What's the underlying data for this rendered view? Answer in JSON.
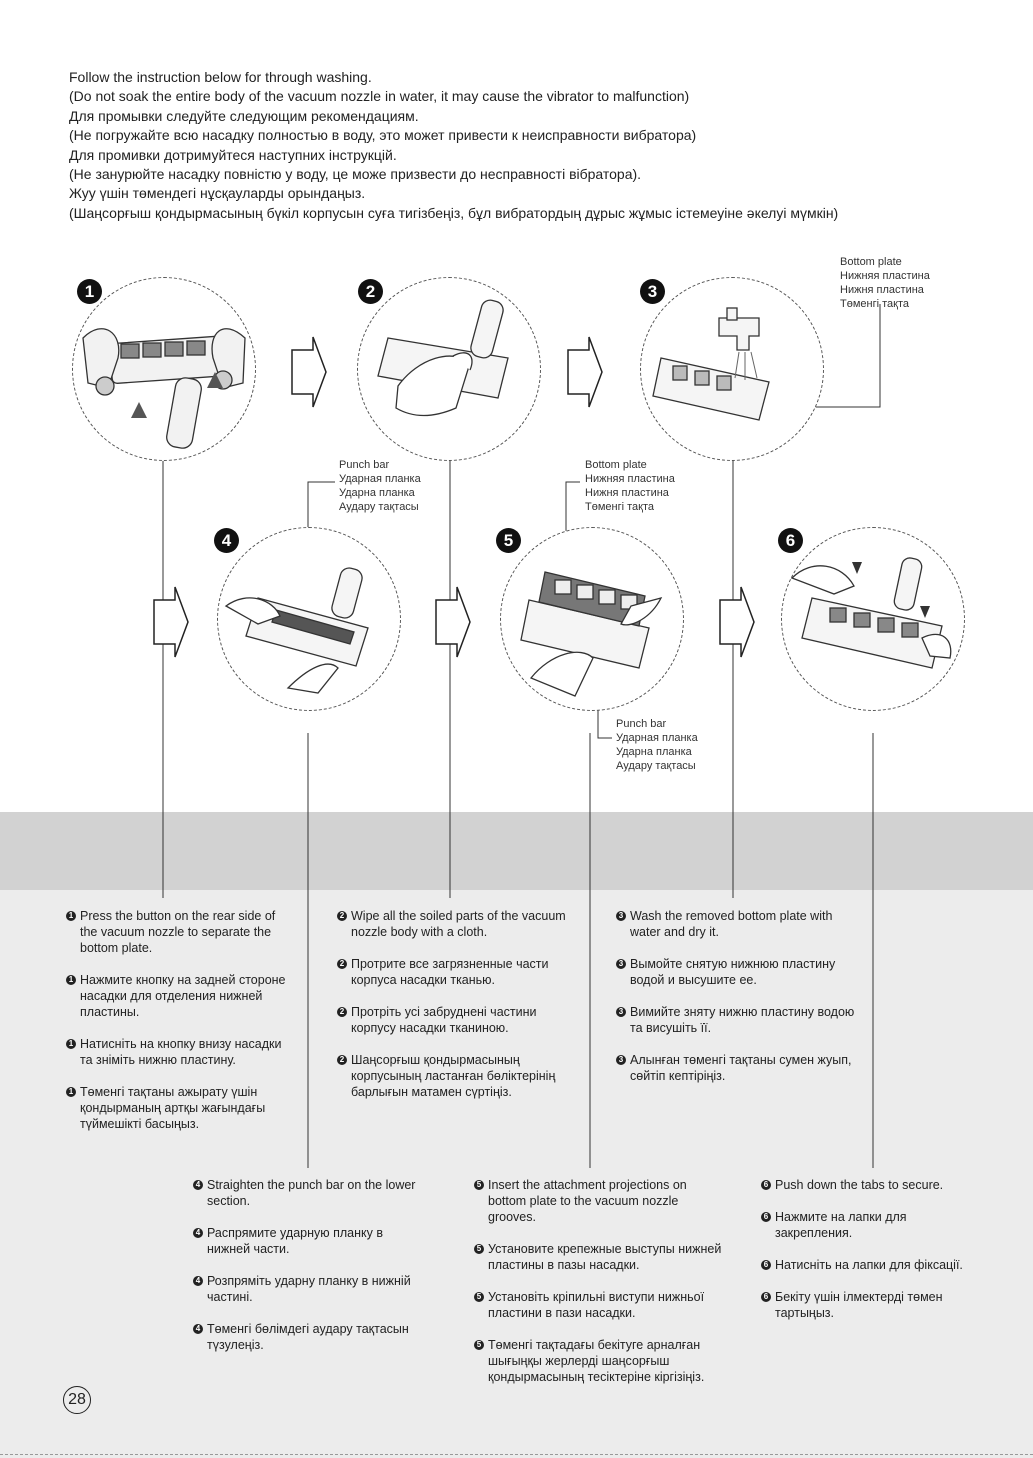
{
  "intro": [
    "Follow the instruction below for through washing.",
    "(Do not soak the entire body of the vacuum nozzle in water, it may cause the vibrator to malfunction)",
    "Для промывки следуйте следующим рекомендациям.",
    "(Не погружайте всю насадку полностью в воду, это может привести к неисправности вибратора)",
    "Для промивки дотримуйтеся наступних інструкцій.",
    "(Не занурюйте насадку повністю у воду, це може призвести до несправності вібратора).",
    "Жуу үшін төмендегі нұсқауларды орындаңыз.",
    "(Шаңсорғыш қондырмасының бүкіл корпусын суға тигізбеңіз, бұл вибратордың дұрыс жұмыс істемеуіне әкелуі мүмкін)"
  ],
  "labels": {
    "bottom_plate_top": [
      "Bottom plate",
      "Нижняя пластина",
      "Нижня пластина",
      "Төменгі тақта"
    ],
    "punch_bar_4": [
      "Punch bar",
      "Ударная планка",
      "Ударна планка",
      "Аудару тақтасы"
    ],
    "bottom_plate_5": [
      "Bottom plate",
      "Нижняя пластина",
      "Нижня пластина",
      "Төменгі тақта"
    ],
    "punch_bar_5": [
      "Punch bar",
      "Ударная планка",
      "Ударна планка",
      "Аудару тақтасы"
    ]
  },
  "steps": [
    {
      "num": "1",
      "badge": "❶",
      "text": [
        "Press the button on the rear side of the vacuum nozzle to separate the bottom plate.",
        "Нажмите кнопку на задней стороне насадки для отделения нижней пластины.",
        "Натисніть на кнопку внизу насадки та зніміть нижню пластину.",
        "Төменгі тақтаны ажырату үшін қондырманың артқы жағындағы түймешікті басыңыз."
      ]
    },
    {
      "num": "2",
      "badge": "❷",
      "text": [
        "Wipe all the soiled parts of the vacuum nozzle body with a cloth.",
        "Протрите все загрязненные части корпуса насадки тканью.",
        "Протріть усі забруднені частини корпусу насадки тканиною.",
        "Шаңсорғыш қондырмасының корпусының ластанған бөліктерінің барлығын матамен сүртіңіз."
      ]
    },
    {
      "num": "3",
      "badge": "❸",
      "text": [
        "Wash the removed bottom plate with water and dry it.",
        "Вымойте снятую нижнюю пластину водой и высушите ее.",
        "Вимийте зняту нижню пластину водою та висушіть її.",
        "Алынған төменгі тақтаны сумен жуып, сөйтіп кептіріңіз."
      ]
    },
    {
      "num": "4",
      "badge": "❹",
      "text": [
        "Straighten the punch bar on the lower section.",
        "Распрямите ударную планку в нижней части.",
        "Розпряміть ударну планку в нижній частині.",
        "Төменгі бөлімдегі аудару тақтасын түзулеңіз."
      ]
    },
    {
      "num": "5",
      "badge": "❺",
      "text": [
        "Insert the attachment projections on bottom plate to the vacuum nozzle grooves.",
        "Установите крепежные выступы нижней пластины в пазы насадки.",
        "Установіть кріпильні виступи нижньої пластини в пази насадки.",
        "Төменгі тақтадағы бекітуге арналған шығыңқы жерлерді шаңсорғыш қондырмасының тесіктеріне кіргізіңіз."
      ]
    },
    {
      "num": "6",
      "badge": "❻",
      "text": [
        "Push down the tabs to secure.",
        "Нажмите на лапки для закрепления.",
        "Натисніть на лапки для фіксації.",
        "Бекіту үшін ілмектерді төмен тартыңыз."
      ]
    }
  ],
  "page_number": "28"
}
